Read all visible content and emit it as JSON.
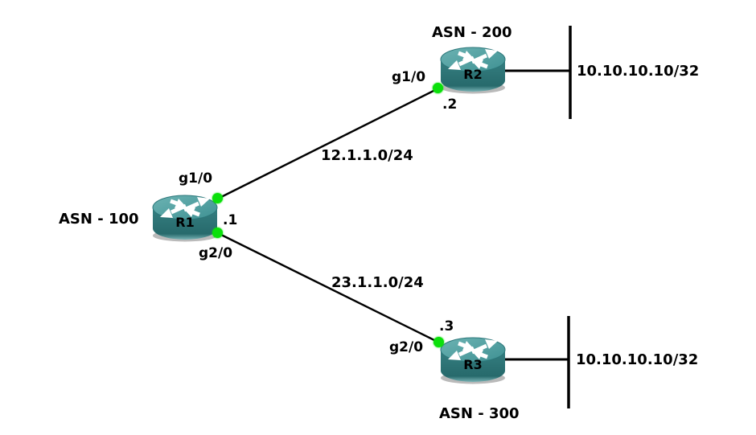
{
  "diagram_type": "bgp-network-topology",
  "colors": {
    "background": "#ffffff",
    "link_line": "#000000",
    "label_text": "#000000",
    "interface_dot": "#0be00b",
    "router_top": "#4a9b9b",
    "router_body": "#2e7a7c"
  },
  "nodes": {
    "r1": {
      "name": "R1",
      "asn": "ASN - 100",
      "addr": ".1",
      "iface_to_r2": "g1/0",
      "iface_to_r3": "g2/0"
    },
    "r2": {
      "name": "R2",
      "asn": "ASN - 200",
      "addr": ".2",
      "iface_to_r1": "g1/0",
      "stub_prefix": "10.10.10.10/32"
    },
    "r3": {
      "name": "R3",
      "asn": "ASN - 300",
      "addr": ".3",
      "iface_to_r1": "g2/0",
      "stub_prefix": "10.10.10.10/32"
    }
  },
  "links": {
    "r1_r2": {
      "subnet": "12.1.1.0/24"
    },
    "r1_r3": {
      "subnet": "23.1.1.0/24"
    }
  }
}
